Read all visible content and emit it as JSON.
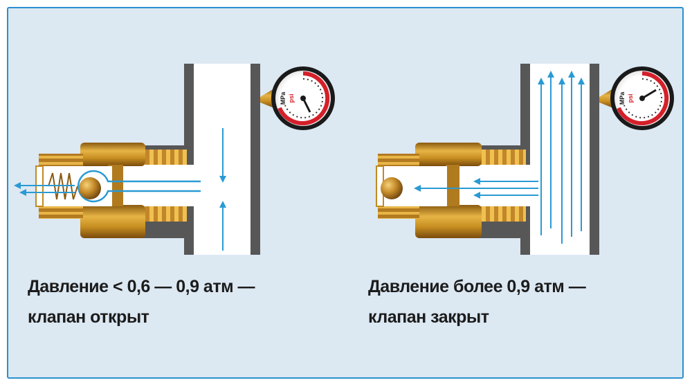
{
  "colors": {
    "frame_border": "#2a8fd0",
    "background": "#dce8f2",
    "brass": "#c08a22",
    "brass_light": "#e0ad3a",
    "body_gray": "#565656",
    "flow": "#2a9ad4"
  },
  "left_panel": {
    "state": "open",
    "caption_line1": "Давление < 0,6 — 0,9 атм  —",
    "caption_line2": "клапан открыт",
    "gauge": {
      "unit_top": "psi",
      "unit_bottom": "MPa"
    }
  },
  "right_panel": {
    "state": "closed",
    "caption_line1": "Давление более 0,9 атм —",
    "caption_line2": "клапан закрыт",
    "gauge": {
      "unit_top": "psi",
      "unit_bottom": "MPa"
    }
  }
}
